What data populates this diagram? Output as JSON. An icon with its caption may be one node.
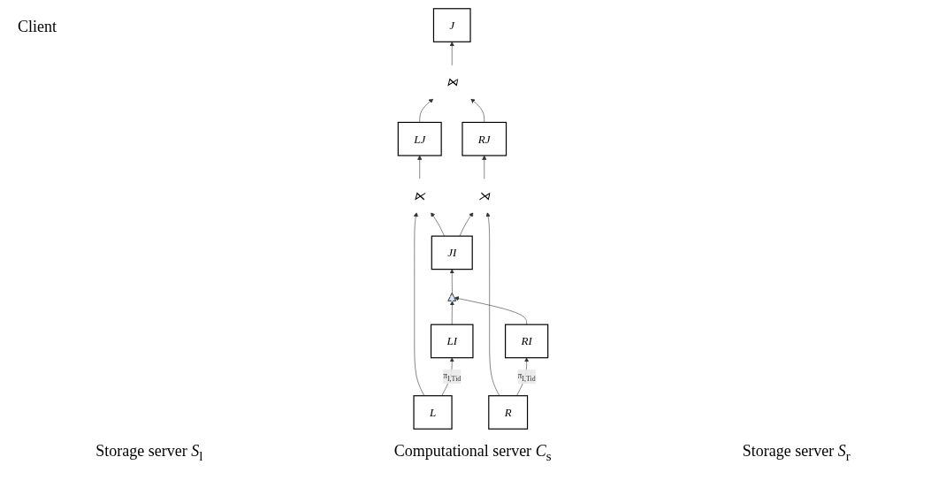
{
  "diagram": {
    "nodes": [
      {
        "text": [
          "J"
        ]
      },
      {
        "text": [
          "⋈"
        ]
      },
      {
        "text": [
          "LJ"
        ]
      },
      {
        "text": [
          "RJ"
        ]
      },
      {
        "text": [
          "JI"
        ]
      },
      {
        "text": [
          "⋉"
        ]
      },
      {
        "text": [
          "⋊"
        ]
      },
      {
        "text": [],
        "shape": "triangle"
      },
      {
        "text": [
          "L"
        ]
      },
      {
        "text": [
          "LI"
        ]
      },
      {
        "text": [
          "RI"
        ]
      },
      {
        "text": [
          "R"
        ]
      }
    ],
    "edges": [
      {
        "from": 1,
        "to": 0,
        "arrow": "to"
      },
      {
        "from": 2,
        "to": 1,
        "arrow": "to"
      },
      {
        "from": 3,
        "to": 1,
        "arrow": "to"
      },
      {
        "from": 5,
        "to": 2,
        "arrow": "to"
      },
      {
        "from": 6,
        "to": 3,
        "arrow": "to"
      },
      {
        "from": 7,
        "to": 4,
        "arrow": "to"
      },
      {
        "from": 4,
        "to": 5,
        "arrow": "to"
      },
      {
        "from": 4,
        "to": 6,
        "arrow": "to"
      },
      {
        "from": 8,
        "to": 5,
        "arrow": "to"
      },
      {
        "from": 11,
        "to": 6,
        "arrow": "to"
      },
      {
        "from": 8,
        "to": 9,
        "label": "π$_{I,Tid}$",
        "arrow": "to"
      },
      {
        "from": 11,
        "to": 10,
        "label": "π$_{I,Tid}$",
        "arrow": "to"
      },
      {
        "from": 9,
        "to": 7,
        "arrow": "to"
      },
      {
        "from": 10,
        "to": 7,
        "arrow": "to"
      }
    ],
    "labels": [
      "Client",
      "Storage server *S*$_{l}$",
      "Computational server *C*$_{s}$",
      "Storage server *S*$_{r}$"
    ]
  }
}
